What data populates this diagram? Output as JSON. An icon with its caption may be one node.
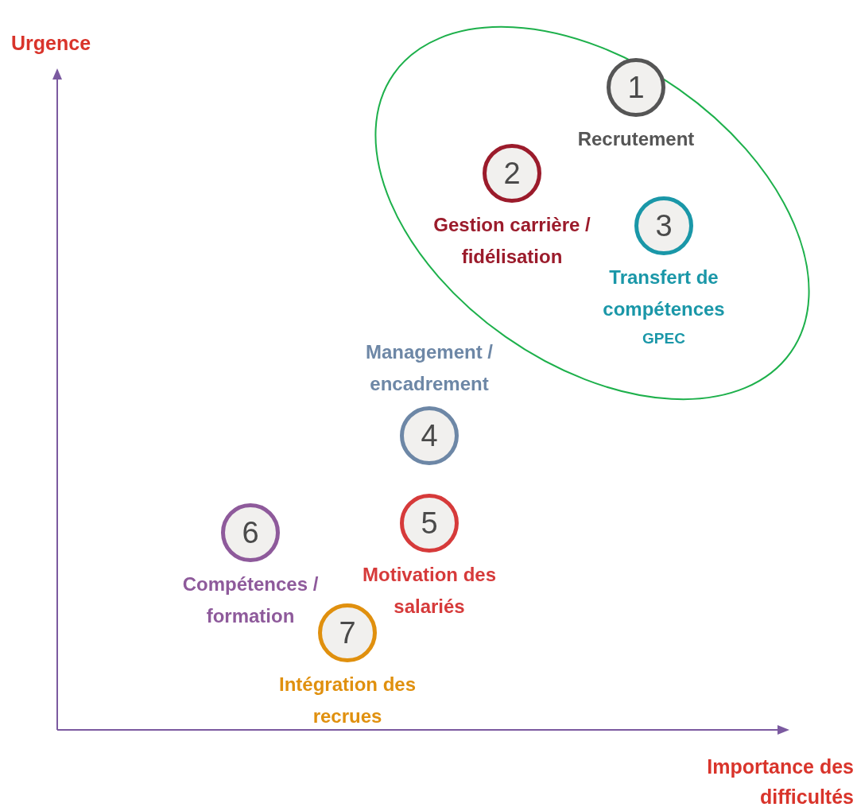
{
  "diagram": {
    "nodes": [
      {
        "text": [],
        "shape": "ellipse"
      },
      {
        "text": [
          "1",
          "Recrutement"
        ],
        "in": 0
      },
      {
        "text": [
          "2",
          "Gestion carrière / fidélisation"
        ],
        "in": 0
      },
      {
        "text": [
          "3",
          "Transfert de compétences",
          "GPEC"
        ],
        "in": 0
      },
      {
        "text": [
          "Management / encadrement",
          "4"
        ]
      },
      {
        "text": [
          "5",
          "Motivation des salariés"
        ]
      },
      {
        "text": [
          "6",
          "Compétences / formation"
        ]
      },
      {
        "text": [
          "7",
          "Intégration des recrues"
        ]
      }
    ],
    "labels": [
      "Urgence",
      "Importance des difficultés"
    ]
  }
}
